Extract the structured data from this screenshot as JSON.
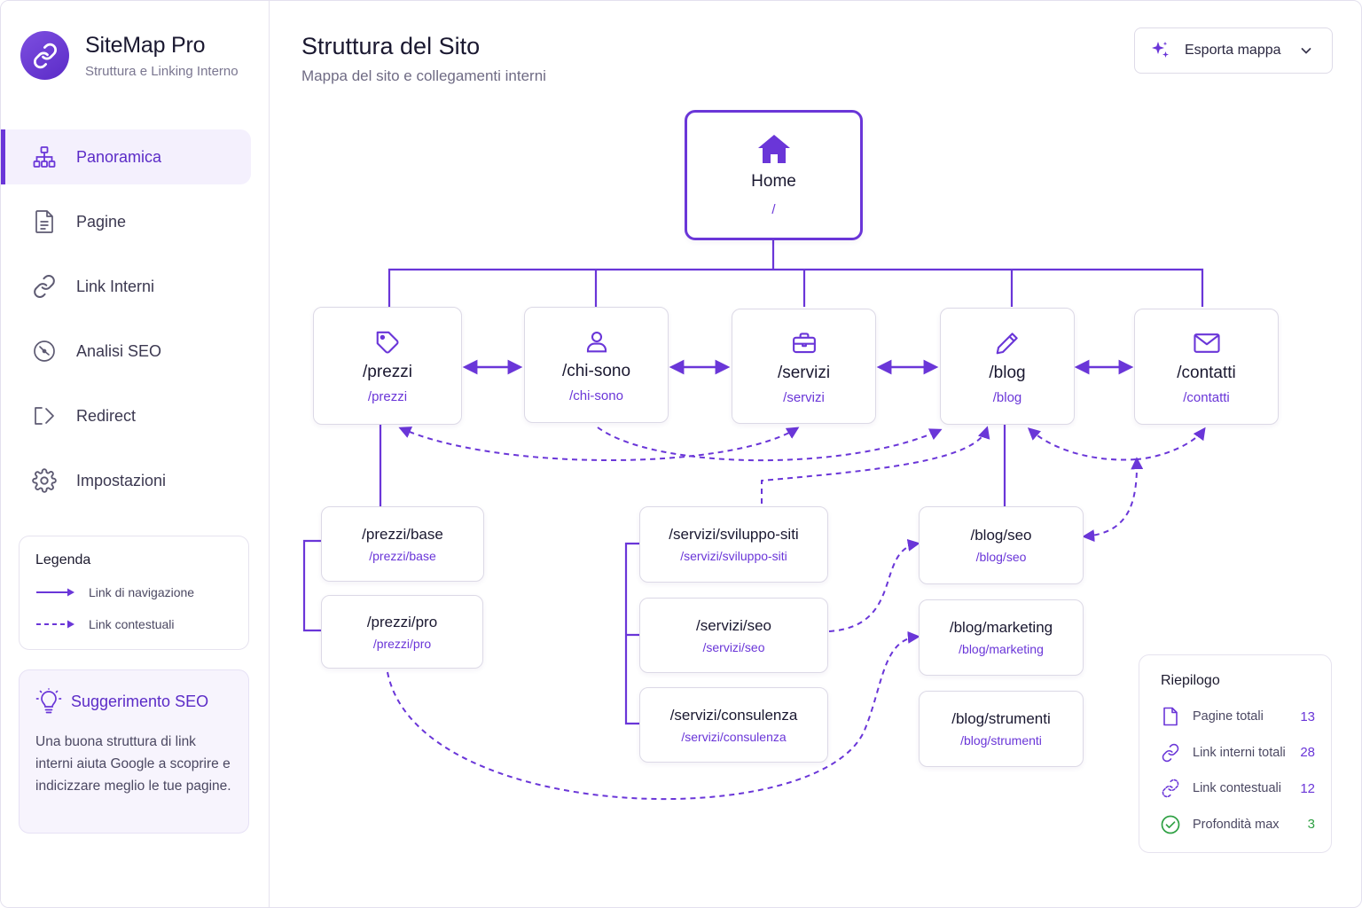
{
  "brand": {
    "name": "SiteMap Pro",
    "subtitle": "Struttura e Linking Interno"
  },
  "nav": {
    "items": [
      {
        "label": "Panoramica",
        "icon": "sitemap-icon",
        "active": true
      },
      {
        "label": "Pagine",
        "icon": "document-icon"
      },
      {
        "label": "Link Interni",
        "icon": "link-icon"
      },
      {
        "label": "Analisi SEO",
        "icon": "gauge-icon"
      },
      {
        "label": "Redirect",
        "icon": "redirect-icon"
      },
      {
        "label": "Impostazioni",
        "icon": "gear-icon"
      }
    ]
  },
  "legend": {
    "title": "Legenda",
    "nav_link": "Link di navigazione",
    "context_link": "Link contestuali"
  },
  "tip": {
    "title": "Suggerimento SEO",
    "body": "Una buona struttura di link interni aiuta Google a scoprire e indicizzare meglio le tue pagine."
  },
  "header": {
    "title": "Struttura del Sito",
    "subtitle": "Mappa del sito e collegamenti interni",
    "export_label": "Esporta mappa"
  },
  "nodes": {
    "home": {
      "title": "Home",
      "path": "/"
    },
    "prezzi": {
      "title": "/prezzi",
      "path": "/prezzi"
    },
    "chi_sono": {
      "title": "/chi-sono",
      "path": "/chi-sono"
    },
    "servizi": {
      "title": "/servizi",
      "path": "/servizi"
    },
    "blog": {
      "title": "/blog",
      "path": "/blog"
    },
    "contatti": {
      "title": "/contatti",
      "path": "/contatti"
    },
    "prezzi_base": {
      "title": "/prezzi/base",
      "path": "/prezzi/base"
    },
    "prezzi_pro": {
      "title": "/prezzi/pro",
      "path": "/prezzi/pro"
    },
    "servizi_sviluppo": {
      "title": "/servizi/sviluppo-siti",
      "path": "/servizi/sviluppo-siti"
    },
    "servizi_seo": {
      "title": "/servizi/seo",
      "path": "/servizi/seo"
    },
    "servizi_consulenza": {
      "title": "/servizi/consulenza",
      "path": "/servizi/consulenza"
    },
    "blog_seo": {
      "title": "/blog/seo",
      "path": "/blog/seo"
    },
    "blog_marketing": {
      "title": "/blog/marketing",
      "path": "/blog/marketing"
    },
    "blog_strumenti": {
      "title": "/blog/strumenti",
      "path": "/blog/strumenti"
    }
  },
  "summary": {
    "title": "Riepilogo",
    "rows": [
      {
        "label": "Pagine totali",
        "value": "13"
      },
      {
        "label": "Link interni totali",
        "value": "28"
      },
      {
        "label": "Link contestuali",
        "value": "12"
      },
      {
        "label": "Profondità max",
        "value": "3"
      }
    ]
  },
  "colors": {
    "accent": "#6a36d8",
    "success": "#2ea043"
  }
}
